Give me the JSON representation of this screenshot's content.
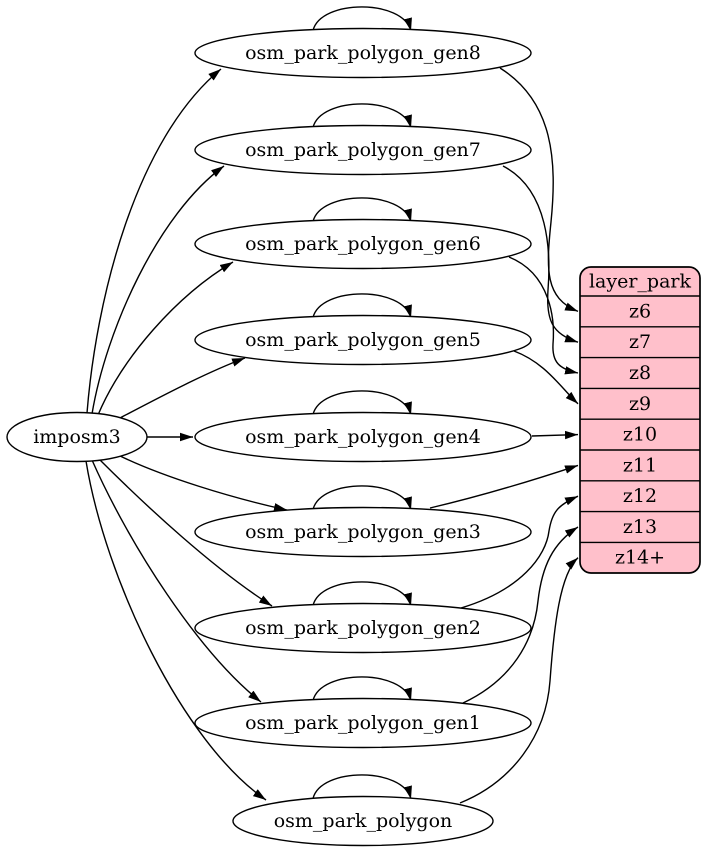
{
  "diagram": {
    "kind": "graphviz-digraph",
    "colors": {
      "background": "#ffffff",
      "node_fill": "#ffffff",
      "layer_fill": "#ffc0cb",
      "stroke": "#000000",
      "text": "#000000"
    },
    "source": {
      "label": "imposm3"
    },
    "tables": [
      {
        "label": "osm_park_polygon_gen8",
        "maps_to": "z6"
      },
      {
        "label": "osm_park_polygon_gen7",
        "maps_to": "z7"
      },
      {
        "label": "osm_park_polygon_gen6",
        "maps_to": "z8"
      },
      {
        "label": "osm_park_polygon_gen5",
        "maps_to": "z9"
      },
      {
        "label": "osm_park_polygon_gen4",
        "maps_to": "z10"
      },
      {
        "label": "osm_park_polygon_gen3",
        "maps_to": "z11"
      },
      {
        "label": "osm_park_polygon_gen2",
        "maps_to": "z12"
      },
      {
        "label": "osm_park_polygon_gen1",
        "maps_to": "z13"
      },
      {
        "label": "osm_park_polygon",
        "maps_to": "z14+"
      }
    ],
    "layer": {
      "title": "layer_park",
      "zoom_rows": [
        "z6",
        "z7",
        "z8",
        "z9",
        "z10",
        "z11",
        "z12",
        "z13",
        "z14+"
      ]
    },
    "edges": {
      "source_feeds_every_table": true,
      "every_table_has_self_loop": true,
      "table_to_zoom_row": [
        "osm_park_polygon_gen8->z6",
        "osm_park_polygon_gen7->z7",
        "osm_park_polygon_gen6->z8",
        "osm_park_polygon_gen5->z9",
        "osm_park_polygon_gen4->z10",
        "osm_park_polygon_gen3->z11",
        "osm_park_polygon_gen2->z12",
        "osm_park_polygon_gen1->z13",
        "osm_park_polygon->z14+"
      ]
    }
  }
}
